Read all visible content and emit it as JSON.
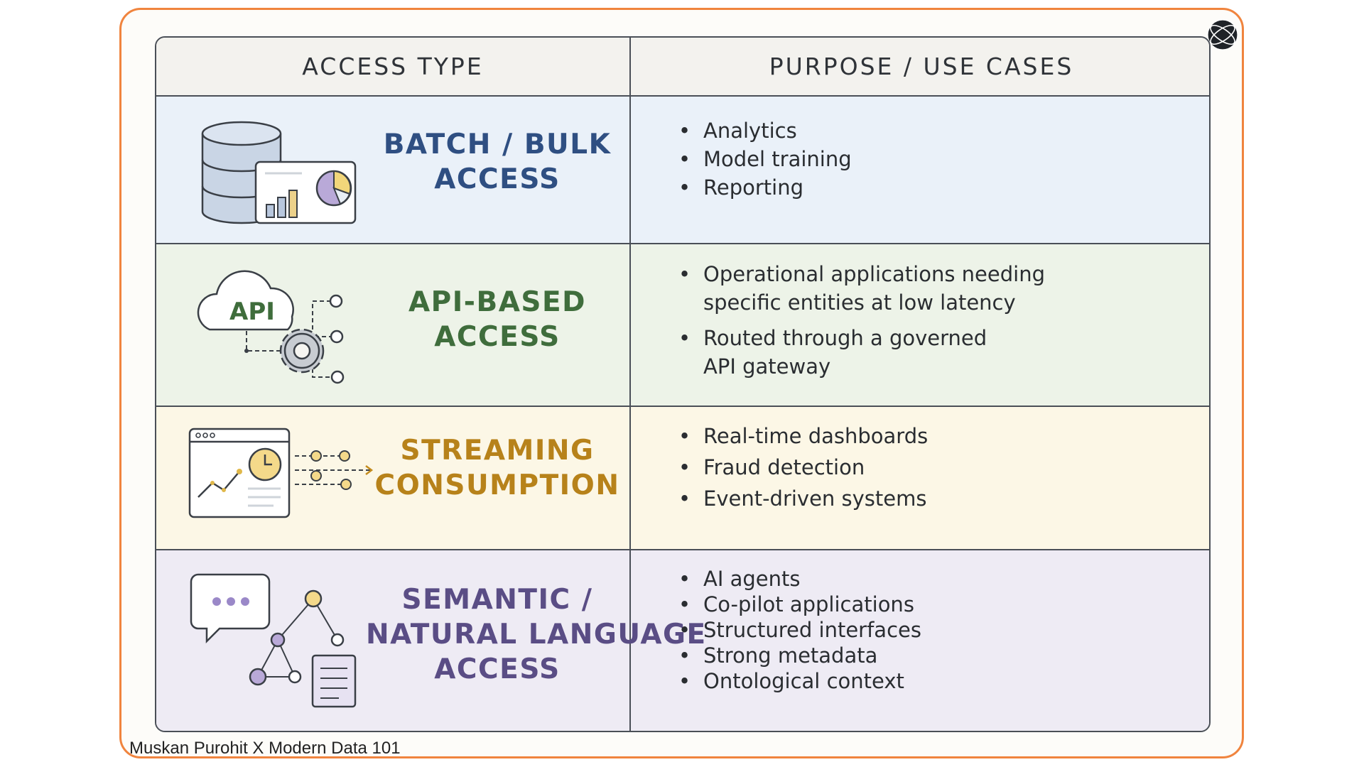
{
  "header": {
    "access_type": "ACCESS TYPE",
    "purpose": "PURPOSE / USE CASES"
  },
  "rows": [
    {
      "title_lines": [
        "BATCH / BULK",
        "ACCESS"
      ],
      "icon": "database-dashboard-icon",
      "title_color": "#2f4f82",
      "bg_color": "#eaf1f9",
      "items": [
        "Analytics",
        "Model training",
        "Reporting"
      ]
    },
    {
      "title_lines": [
        "API-BASED",
        "ACCESS"
      ],
      "icon": "api-cloud-gear-icon",
      "icon_label": "API",
      "title_color": "#3f6d3c",
      "bg_color": "#edf3e8",
      "items": [
        "Operational applications needing\nspecific entities at low latency",
        "Routed through a governed\nAPI gateway"
      ]
    },
    {
      "title_lines": [
        "STREAMING",
        "CONSUMPTION"
      ],
      "icon": "streaming-window-clock-icon",
      "title_color": "#b7821a",
      "bg_color": "#fcf7e6",
      "items": [
        "Real-time dashboards",
        "Fraud detection",
        "Event-driven systems"
      ]
    },
    {
      "title_lines": [
        "SEMANTIC /",
        "NATURAL LANGUAGE",
        "ACCESS"
      ],
      "icon": "chat-graph-document-icon",
      "title_color": "#5a4d85",
      "bg_color": "#eeebf4",
      "items": [
        "AI agents",
        "Co-pilot applications",
        "Structured interfaces",
        "Strong metadata",
        "Ontological context"
      ]
    }
  ],
  "credit": "Muskan Purohit X Modern Data 101",
  "colors": {
    "frame": "#f0843e",
    "border": "#4a4f57"
  }
}
